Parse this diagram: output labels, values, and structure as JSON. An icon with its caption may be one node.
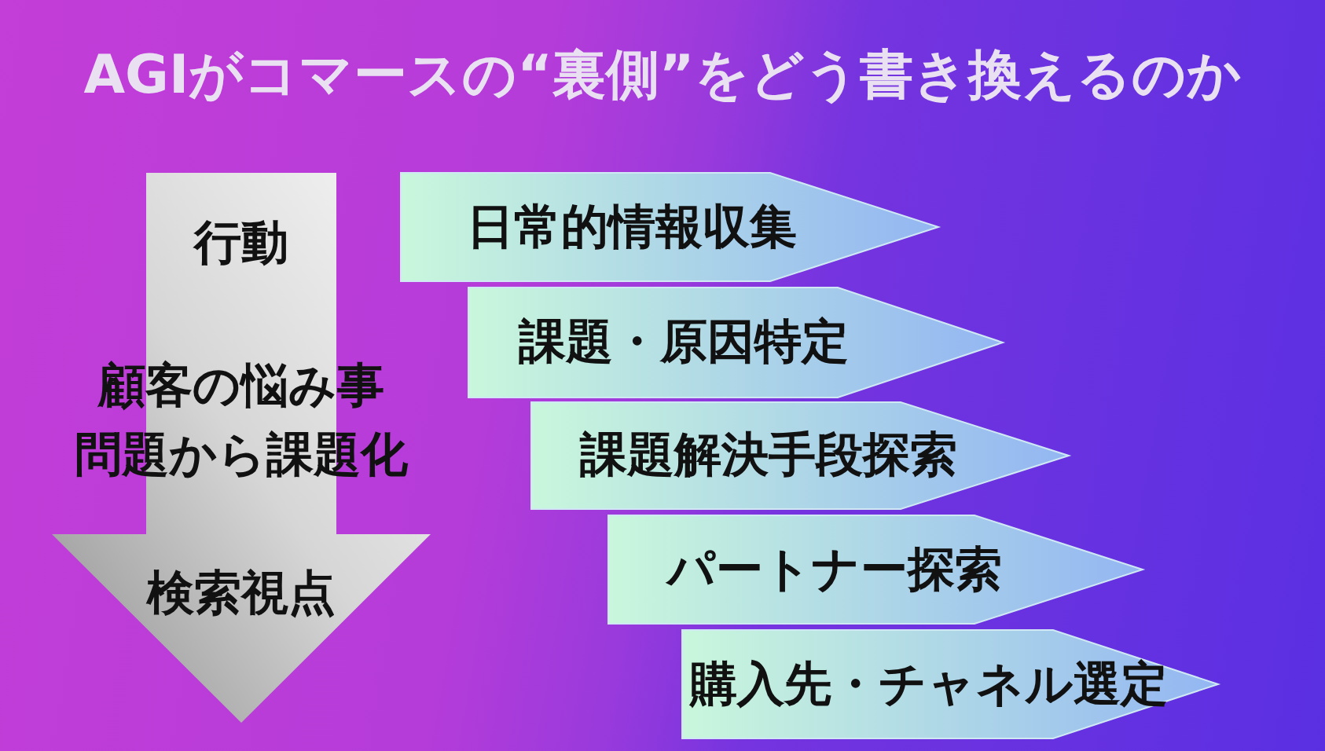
{
  "diagram": {
    "title": "AGIがコマースの“裏側”をどう書き換えるのか",
    "nodes": [
      {
        "text": [
          "行動",
          "顧客の悩み事",
          "問題から課題化",
          "検索視点"
        ]
      },
      {
        "text": [
          "日常的情報収集"
        ]
      },
      {
        "text": [
          "課題・原因特定"
        ]
      },
      {
        "text": [
          "課題解決手段探索"
        ]
      },
      {
        "text": [
          "パートナー探索"
        ]
      },
      {
        "text": [
          "購入先・チャネル選定"
        ]
      }
    ]
  }
}
